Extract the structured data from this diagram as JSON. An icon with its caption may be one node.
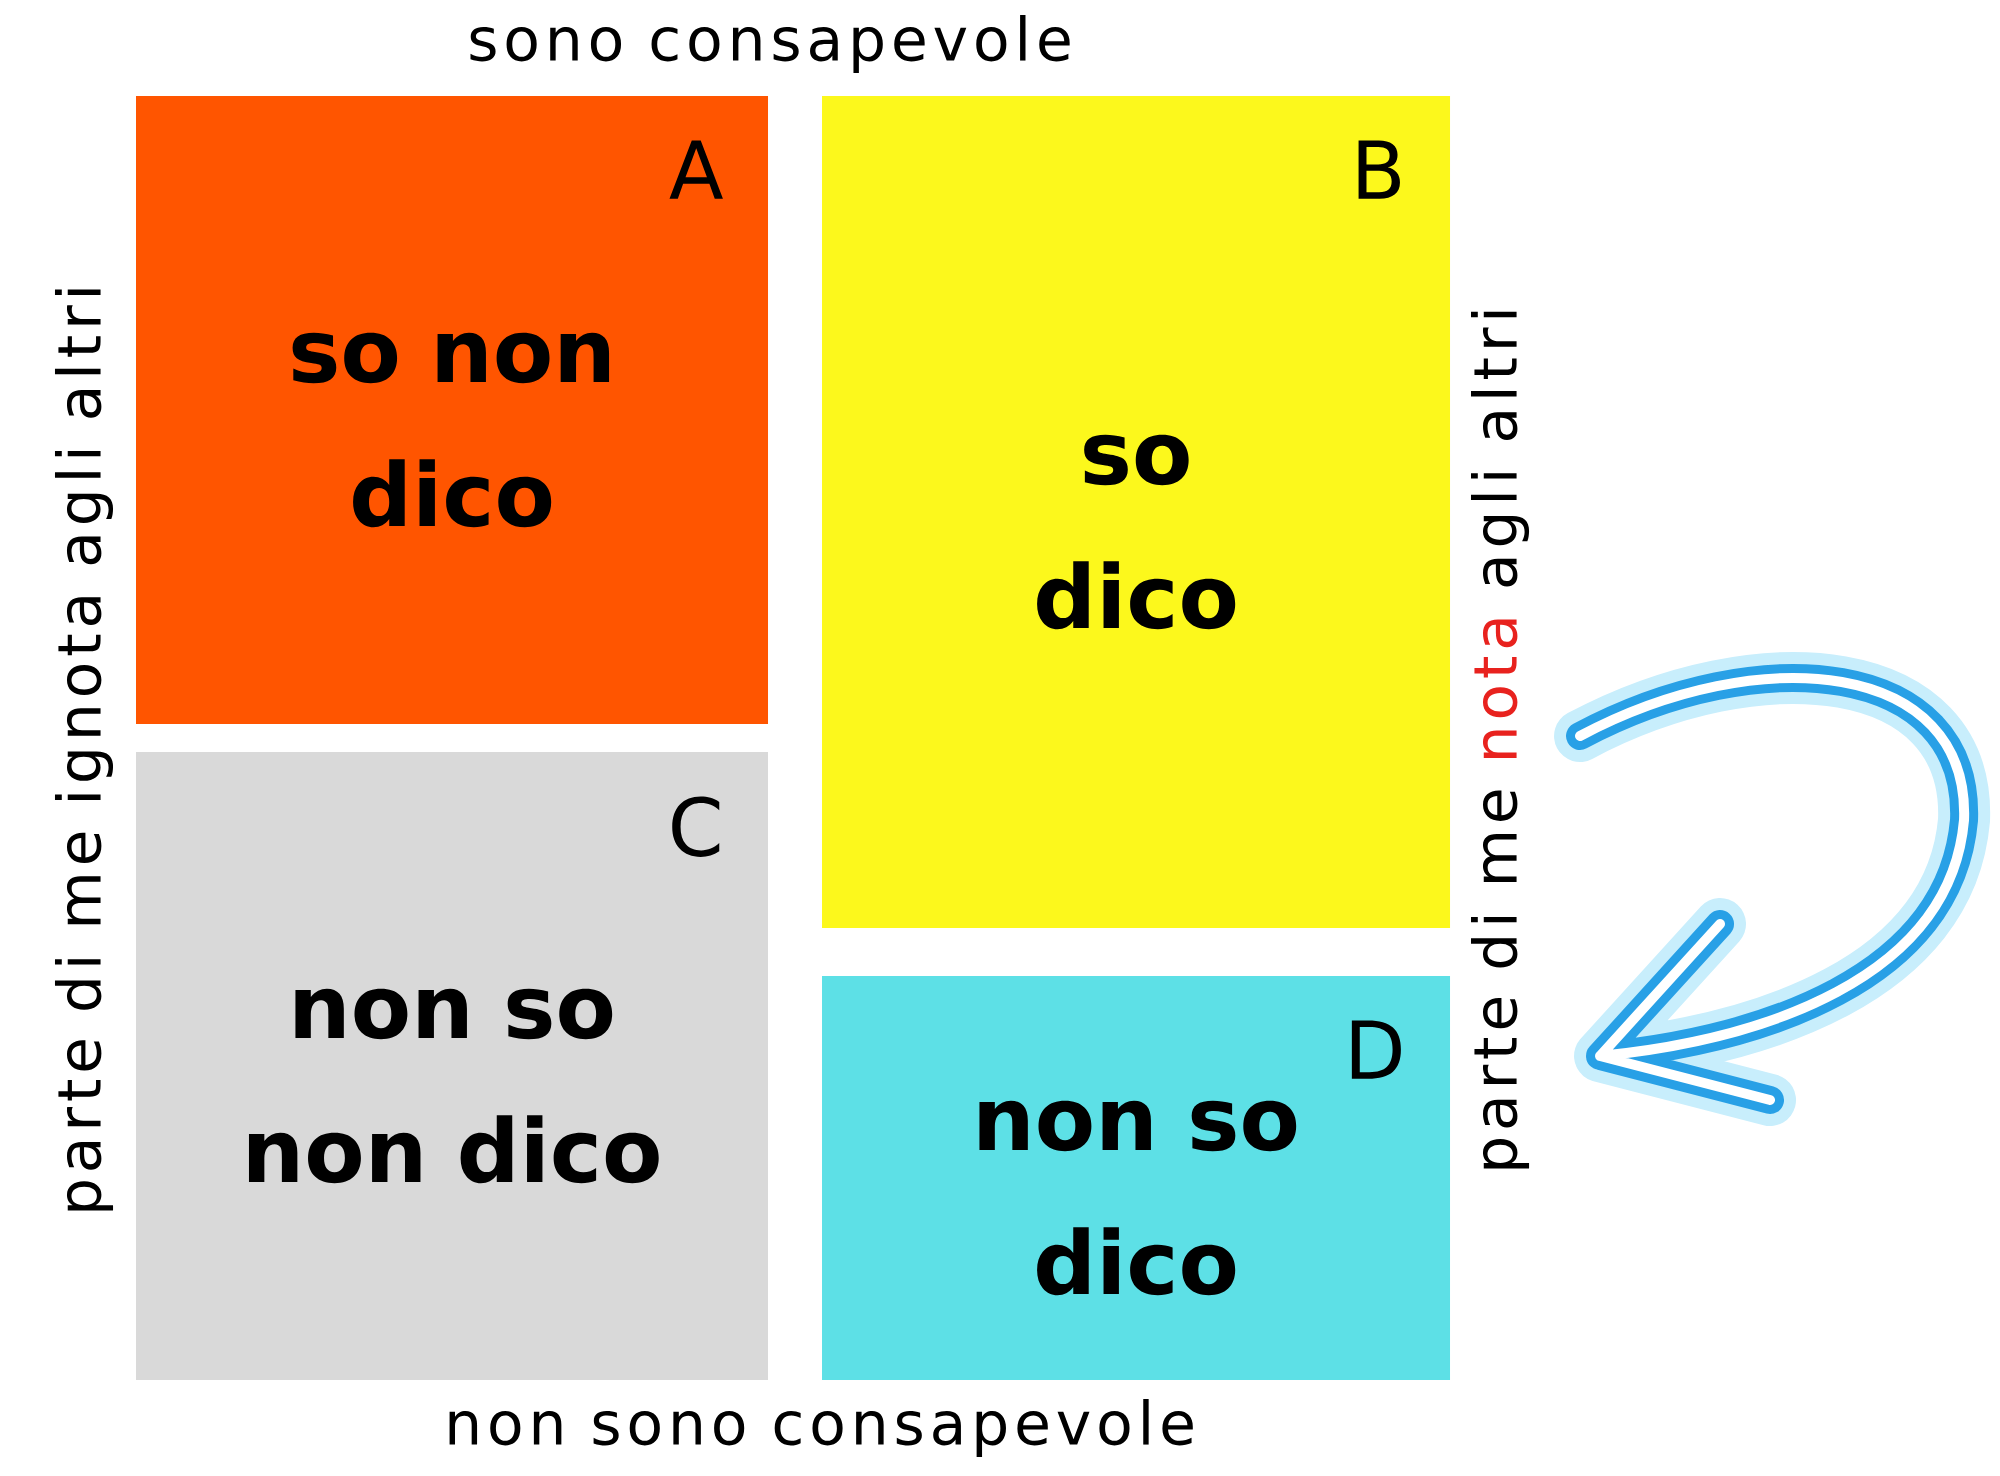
{
  "diagram": {
    "nodes": [
      {
        "text": [
          "A",
          "so non dico"
        ]
      },
      {
        "text": [
          "B",
          "so dico"
        ]
      },
      {
        "text": [
          "C",
          "non so non dico"
        ]
      },
      {
        "text": [
          "D",
          "non so dico"
        ]
      }
    ],
    "labels": [
      "sono consapevole",
      "parte di me ignota agli altri",
      "parte di me",
      "nota",
      "agli altri",
      "non sono consapevole"
    ]
  }
}
